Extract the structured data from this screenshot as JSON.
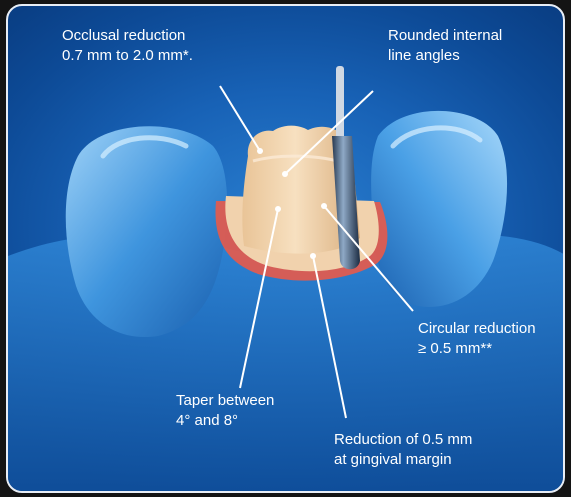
{
  "labels": {
    "occlusal_line1": "Occlusal reduction",
    "occlusal_line2": "0.7 mm to 2.0 mm*.",
    "rounded_line1": "Rounded internal",
    "rounded_line2": "line angles",
    "circular_line1": "Circular reduction",
    "circular_line2": "≥ 0.5 mm**",
    "taper_line1": "Taper between",
    "taper_line2": "4° and 8°",
    "gingival_line1": "Reduction of 0.5 mm",
    "gingival_line2": "at gingival margin"
  },
  "colors": {
    "background_blue": "#1862b6",
    "tooth_blue": "#4aa0e6",
    "prep_tooth": "#f2d3ab",
    "gingival_margin": "#e85a4a",
    "leader_line": "#ffffff"
  }
}
